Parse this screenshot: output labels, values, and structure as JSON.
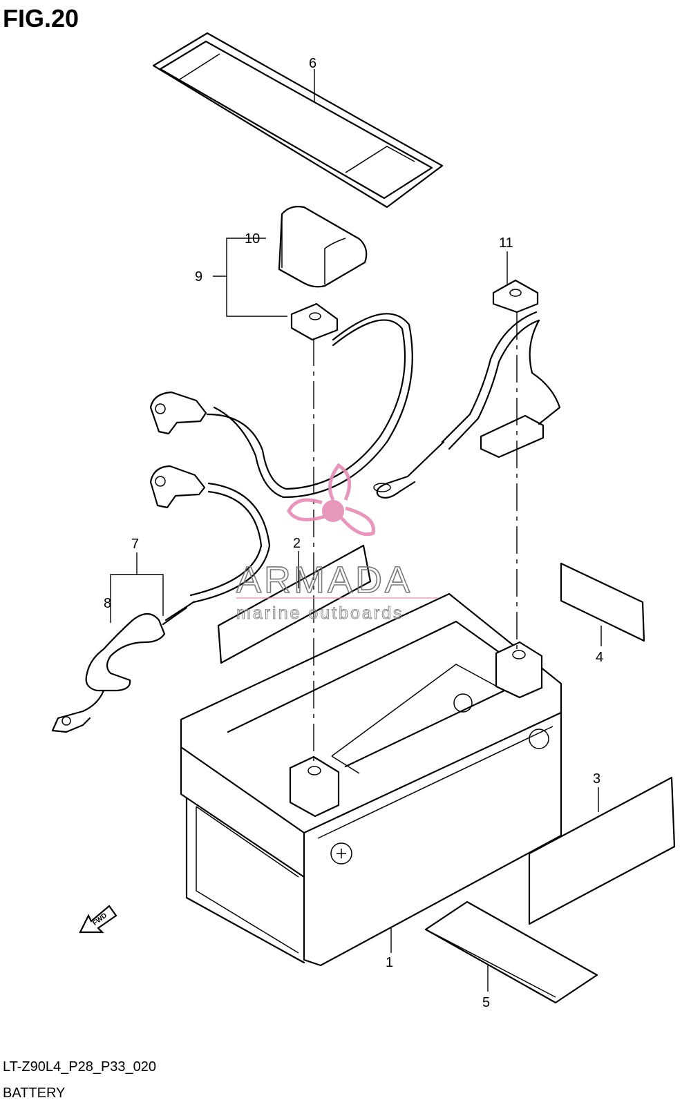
{
  "figure": {
    "title": "FIG.20",
    "code": "LT-Z90L4_P28_P33_020",
    "name": "BATTERY"
  },
  "callouts": [
    "1",
    "2",
    "3",
    "4",
    "5",
    "6",
    "7",
    "8",
    "9",
    "10",
    "11"
  ],
  "direction_label": "FWD",
  "watermark": {
    "name": "ARMADA",
    "tagline": "marine outboards",
    "logo_color": "#e48cb4"
  }
}
